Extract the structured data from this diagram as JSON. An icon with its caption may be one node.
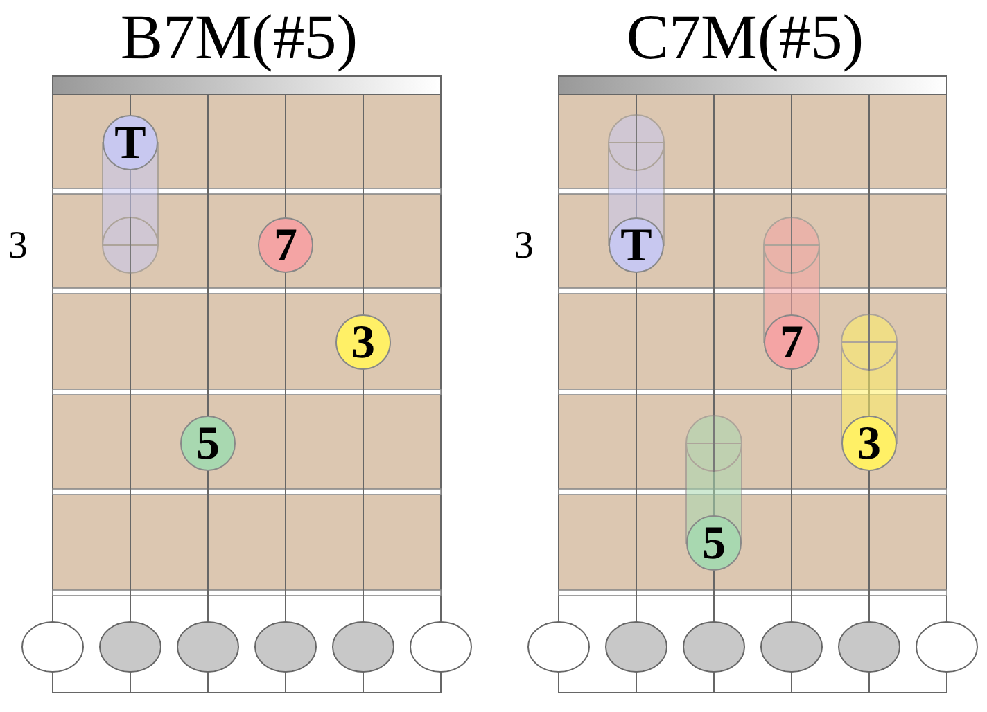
{
  "diagram": {
    "nodes": [
      {
        "text": [
          "B7M(#5)"
        ]
      },
      {
        "text": [
          "T"
        ],
        "in": 0
      },
      {
        "text": [
          "7"
        ],
        "in": 0
      },
      {
        "text": [
          "3"
        ],
        "in": 0
      },
      {
        "text": [
          "5"
        ],
        "in": 0
      },
      {
        "text": [
          "C7M(#5)"
        ]
      },
      {
        "text": [
          "T"
        ],
        "in": 5
      },
      {
        "text": [
          "7"
        ],
        "in": 5
      },
      {
        "text": [
          "3"
        ],
        "in": 5
      },
      {
        "text": [
          "5"
        ],
        "in": 5
      }
    ],
    "labels": [
      "3",
      "3"
    ]
  }
}
